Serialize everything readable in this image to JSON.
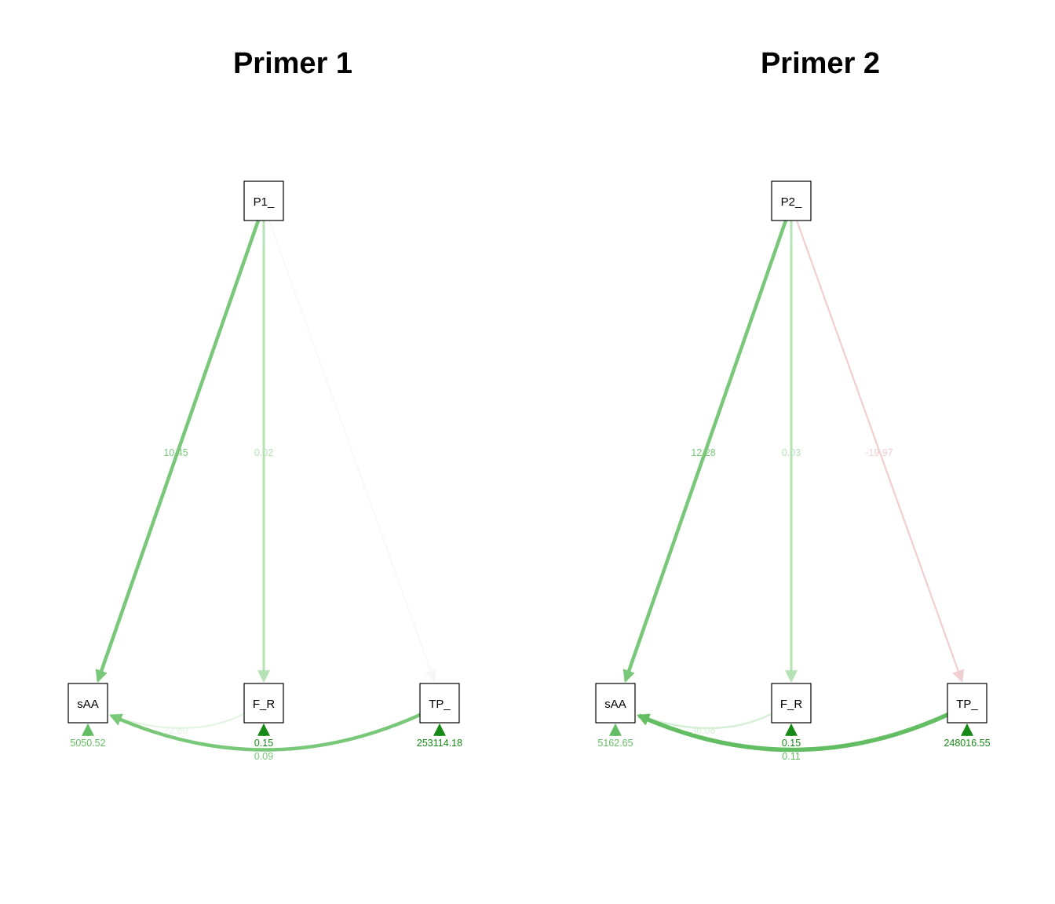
{
  "panels": [
    {
      "title": "Primer 1",
      "nodes": {
        "top": "P1_",
        "left": "sAA",
        "mid": "F_R",
        "right": "TP_"
      },
      "paths": {
        "top_left": "10.45",
        "top_mid": "0.02",
        "top_right": ""
      },
      "covariances": {
        "mid_left": "22.80",
        "right_left": "0.09"
      },
      "variances": {
        "left": "5050.52",
        "mid": "0.15",
        "right": "253114.18"
      },
      "colors": {
        "top_left": "#79c879",
        "top_mid": "#b6e2b6",
        "top_right": "#f7f7fa",
        "mid_left": "#e3f4e3",
        "right_left": "#79c879",
        "var_left": "#64bd64",
        "var_mid": "#168a16",
        "var_right": "#168a16"
      }
    },
    {
      "title": "Primer 2",
      "nodes": {
        "top": "P2_",
        "left": "sAA",
        "mid": "F_R",
        "right": "TP_"
      },
      "paths": {
        "top_left": "12.28",
        "top_mid": "0.03",
        "top_right": "-19.97"
      },
      "covariances": {
        "mid_left": "36.08",
        "right_left": "0.11"
      },
      "variances": {
        "left": "5162.65",
        "mid": "0.15",
        "right": "248016.55"
      },
      "colors": {
        "top_left": "#79c879",
        "top_mid": "#b6e2b6",
        "top_right": "#f1cfcf",
        "mid_left": "#d7efd7",
        "right_left": "#63bd63",
        "var_left": "#64bd64",
        "var_mid": "#168a16",
        "var_right": "#168a16"
      }
    }
  ]
}
